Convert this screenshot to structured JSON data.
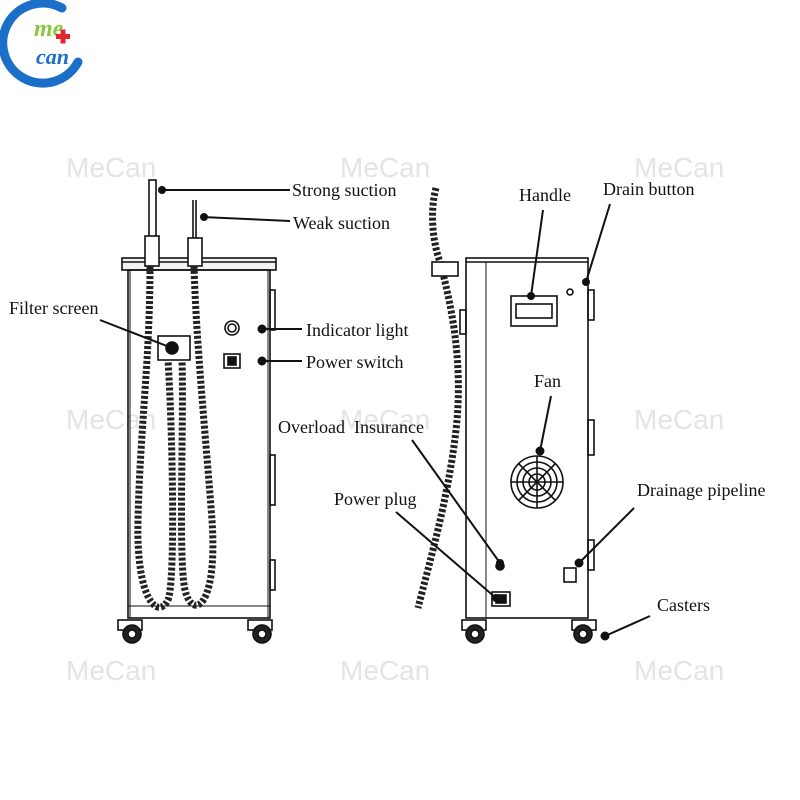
{
  "brand": {
    "logo_text": "MeCan",
    "logo_colors": {
      "ring": "#1b6fc8",
      "text_top": "#8cc63f",
      "cross": "#e3262b"
    }
  },
  "watermark": {
    "text": "MeCan",
    "color": "#e4e4e4"
  },
  "diagram": {
    "front_view": {
      "labels": {
        "strong_suction": "Strong suction",
        "weak_suction": "Weak suction",
        "filter_screen": "Filter screen",
        "indicator_light": "Indicator light",
        "power_switch": "Power switch"
      }
    },
    "side_view": {
      "labels": {
        "handle": "Handle",
        "drain_button": "Drain button",
        "fan": "Fan",
        "overload_insurance": "Overload  Insurance",
        "power_plug": "Power plug",
        "drainage_pipeline": "Drainage pipeline",
        "casters": "Casters"
      }
    }
  }
}
